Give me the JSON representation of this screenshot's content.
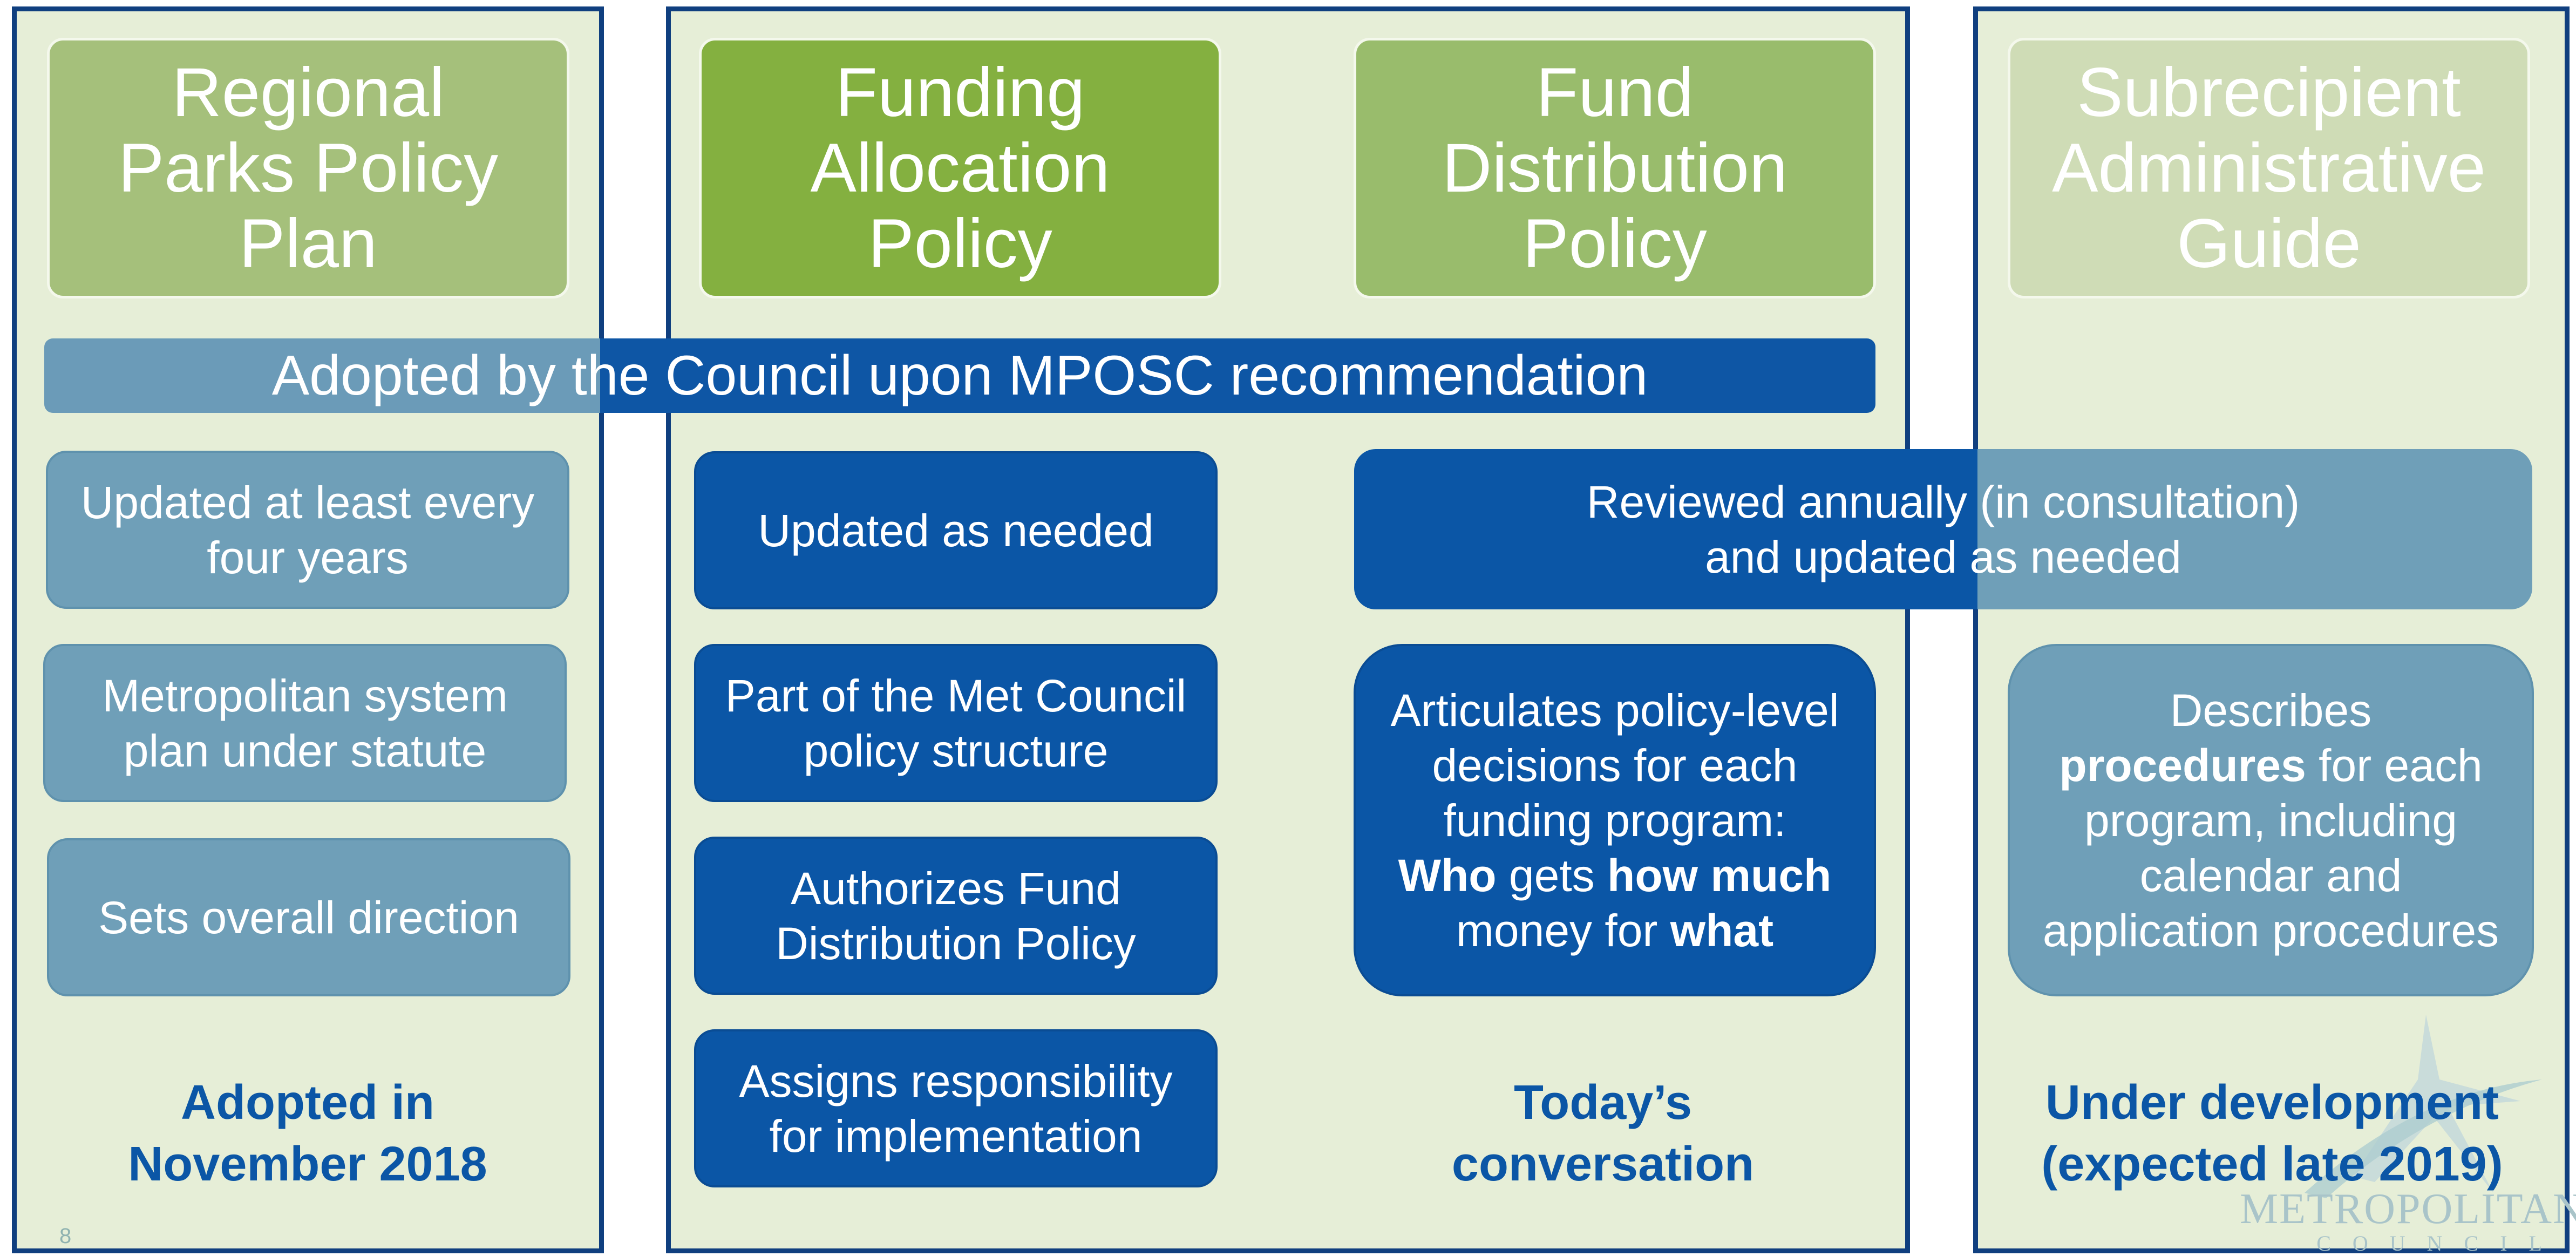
{
  "columns": {
    "regional": {
      "title_lines": [
        "Regional",
        "Parks Policy",
        "Plan"
      ],
      "boxes": [
        [
          "Updated at least every",
          "four years"
        ],
        [
          "Metropolitan system",
          "plan under statute"
        ],
        [
          "Sets overall direction"
        ]
      ],
      "status_lines": [
        "Adopted in",
        "November 2018"
      ]
    },
    "allocation": {
      "title_lines": [
        "Funding",
        "Allocation",
        "Policy"
      ],
      "boxes": [
        [
          "Updated as needed"
        ],
        [
          "Part of the Met Council",
          "policy structure"
        ],
        [
          "Authorizes Fund",
          "Distribution Policy"
        ],
        [
          "Assigns responsibility",
          "for implementation"
        ]
      ]
    },
    "distribution": {
      "title_lines": [
        "Fund",
        "Distribution",
        "Policy"
      ],
      "articulates": {
        "line1": "Articulates policy-level",
        "line2": "decisions for each",
        "line3": "funding program:",
        "who": "Who",
        "gets": " gets ",
        "how_much": "how much",
        "money_for": "money for ",
        "what": "what"
      },
      "status_lines": [
        "Today’s",
        "conversation"
      ]
    },
    "subrecipient": {
      "title_lines": [
        "Subrecipient",
        "Administrative",
        "Guide"
      ],
      "describes": {
        "line1": "Describes",
        "procedures": "procedures",
        "for_each": " for each",
        "line3": "program, including",
        "line4": "calendar and",
        "line5": "application procedures"
      },
      "status_lines": [
        "Under development",
        "(expected late 2019)"
      ]
    }
  },
  "adopted_bar": "Adopted by the Council upon MPOSC recommendation",
  "reviewed_lines": [
    "Reviewed annually (in consultation)",
    "and updated as needed"
  ],
  "logo": {
    "word": "METROPOLITAN",
    "sub": "COUNCIL",
    "icon": "metropolitan-council-logo-icon"
  },
  "slide_number": "8",
  "colors": {
    "navy": "#0b56a6",
    "steel_blue": "#6f9fb8",
    "panel_green": "#e6eed7",
    "border_navy": "#103f7f",
    "header_green_bright": "#84b040"
  }
}
